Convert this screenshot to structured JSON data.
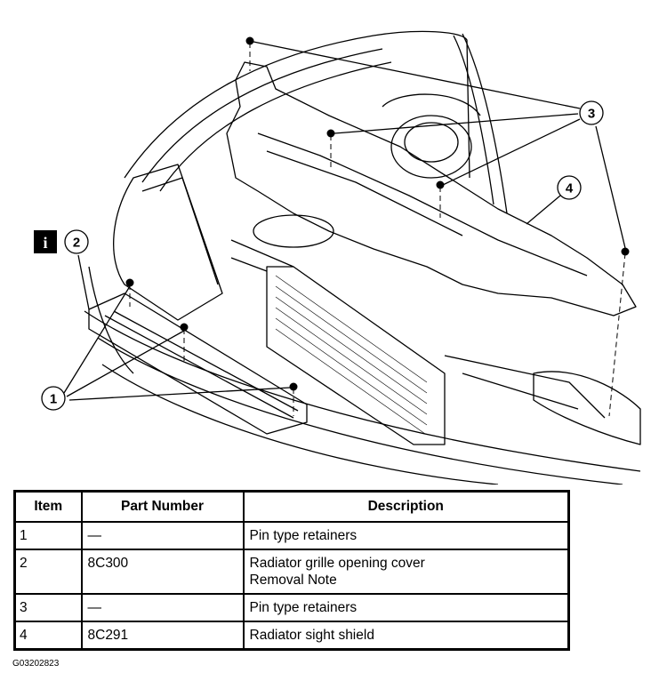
{
  "diagram": {
    "callouts": [
      {
        "id": "callout-1",
        "label": "1"
      },
      {
        "id": "callout-2",
        "label": "2"
      },
      {
        "id": "callout-3",
        "label": "3"
      },
      {
        "id": "callout-4",
        "label": "4"
      }
    ],
    "info_icon_label": "i"
  },
  "table": {
    "headers": {
      "item": "Item",
      "part_number": "Part Number",
      "description": "Description"
    },
    "rows": [
      {
        "item": "1",
        "part_number": "—",
        "description": [
          "Pin type retainers"
        ]
      },
      {
        "item": "2",
        "part_number": "8C300",
        "description": [
          "Radiator grille opening cover",
          "Removal Note"
        ]
      },
      {
        "item": "3",
        "part_number": "—",
        "description": [
          "Pin type retainers"
        ]
      },
      {
        "item": "4",
        "part_number": "8C291",
        "description": [
          "Radiator sight shield"
        ]
      }
    ]
  },
  "figure_code": "G03202823"
}
